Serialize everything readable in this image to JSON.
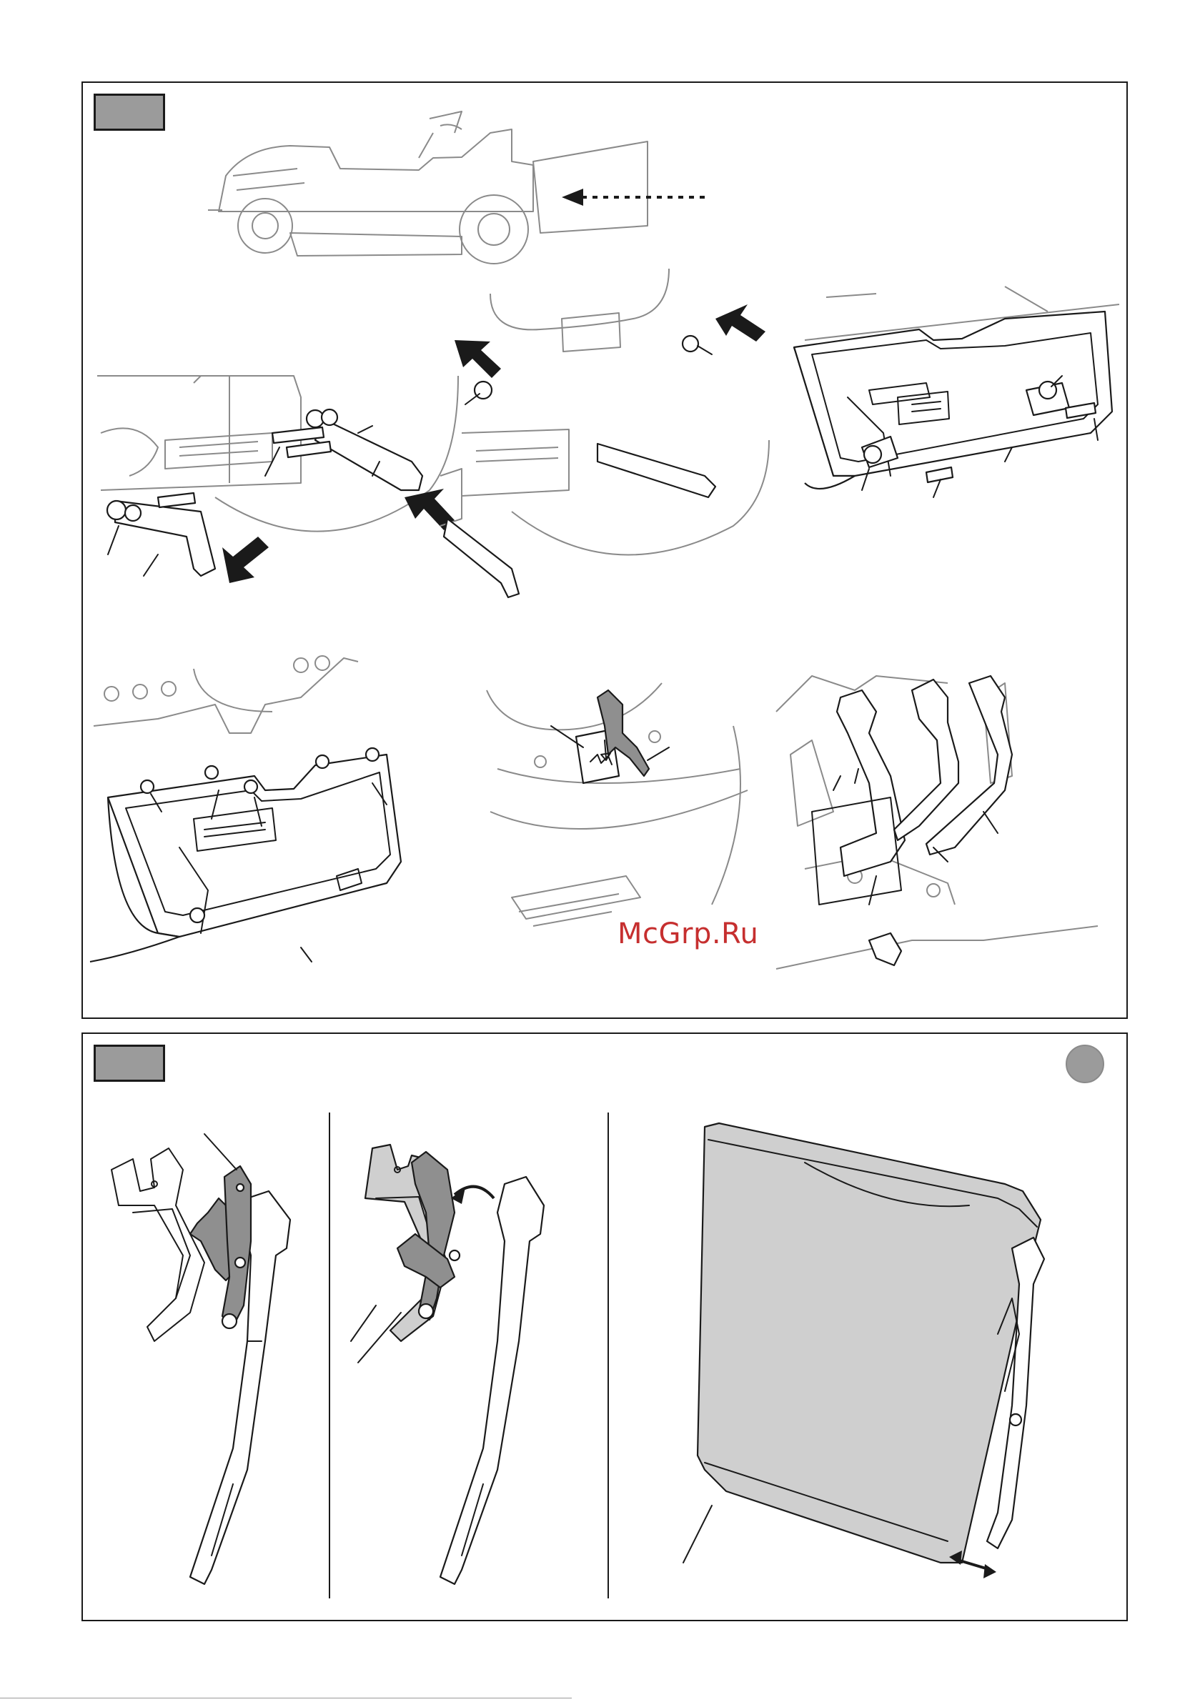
{
  "watermark": {
    "text": "McGrp.Ru",
    "color": "#c62f2f"
  },
  "colors": {
    "badge": "#9b9b9b",
    "arrow": "#1a1a1a",
    "highlight": "#8f8f8f",
    "bag": "#cfcfcf"
  },
  "icons": [
    "step-badge",
    "tractor-illustration",
    "mounting-bracket",
    "hinge-plate",
    "latch-hook",
    "grass-bag",
    "curved-arrow-icon",
    "double-arrow-icon",
    "info-circle-icon"
  ]
}
